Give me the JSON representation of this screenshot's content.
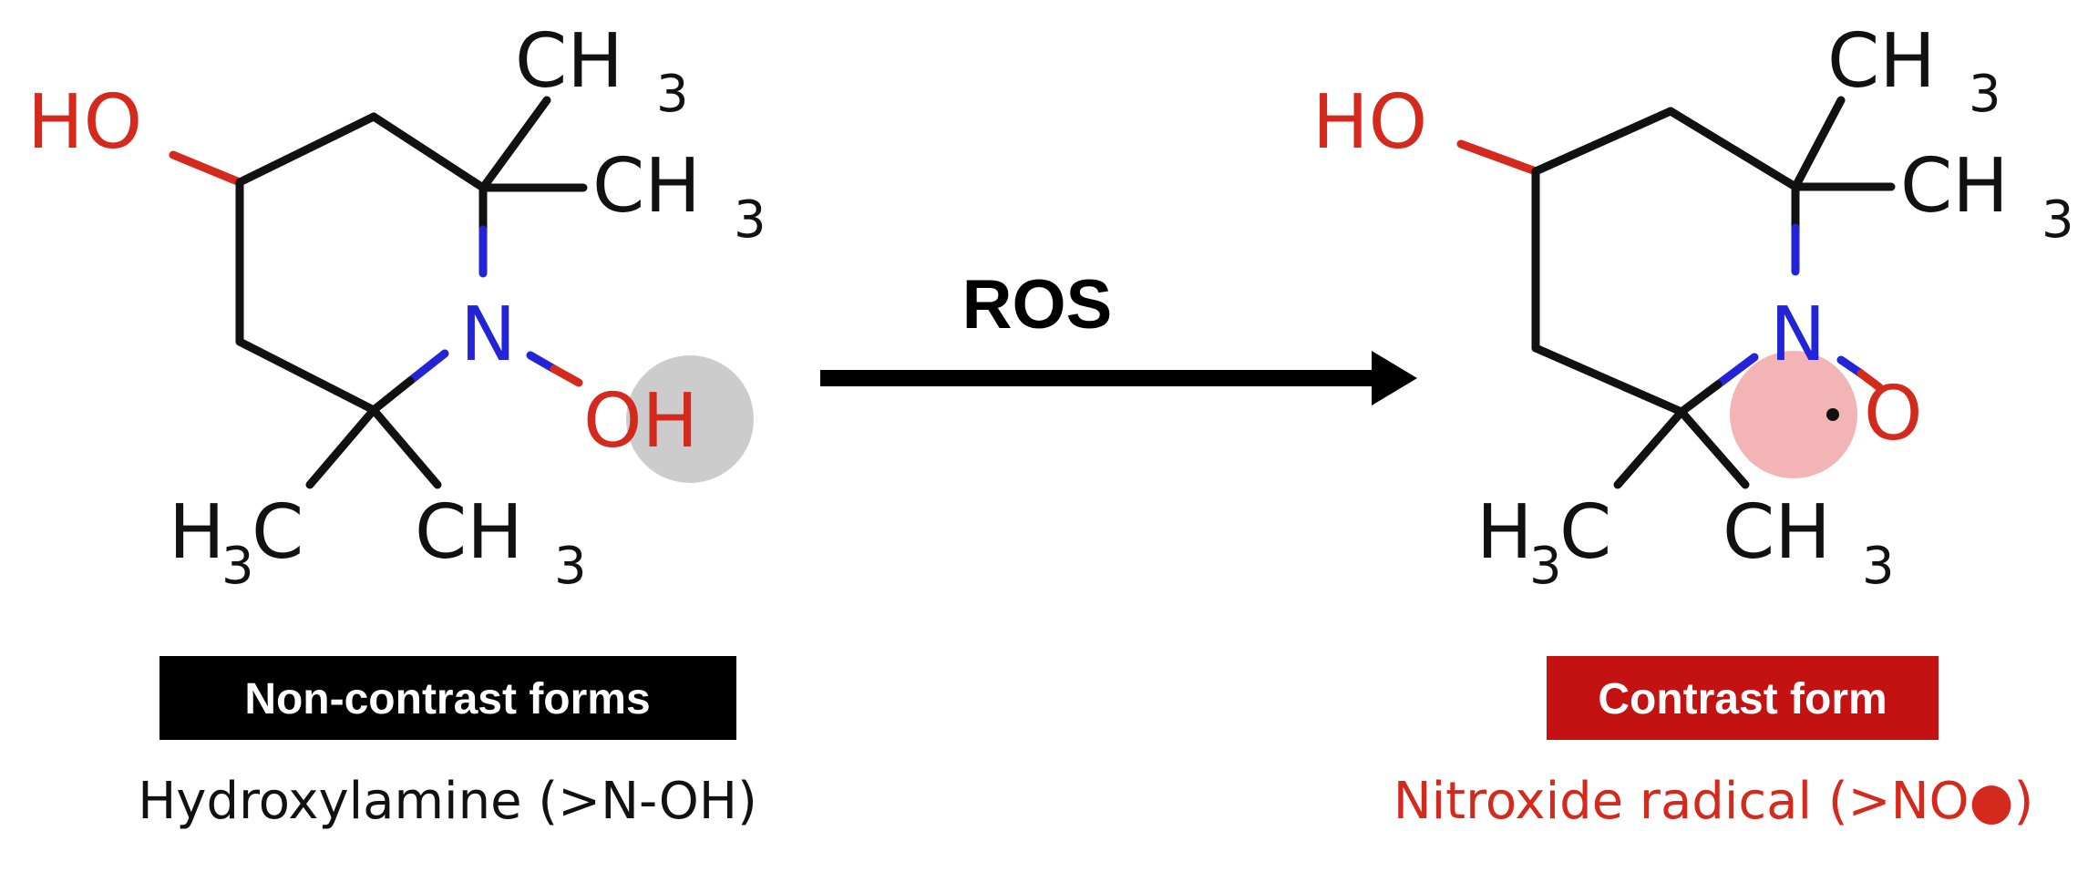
{
  "colors": {
    "carbon": "#111111",
    "oxygen": "#d42a1e",
    "nitrogen": "#2323d8",
    "highlight_left": "#cccccc",
    "highlight_right": "#f2b4b4",
    "badge_dark": "#000000",
    "badge_red": "#c41212"
  },
  "left_molecule": {
    "ho": "HO",
    "ch3_top": "CH",
    "ch3_top_sub": "3",
    "ch3_mid": "CH",
    "ch3_mid_sub": "3",
    "n": "N",
    "oh": "OH",
    "h3c_h": "H",
    "h3c_sub": "3",
    "h3c_c": "C",
    "ch3_bottom": "CH",
    "ch3_bottom_sub": "3"
  },
  "right_molecule": {
    "ho": "HO",
    "ch3_top": "CH",
    "ch3_top_sub": "3",
    "ch3_mid": "CH",
    "ch3_mid_sub": "3",
    "n": "N",
    "o": "O",
    "h3c_h": "H",
    "h3c_sub": "3",
    "h3c_c": "C",
    "ch3_bottom": "CH",
    "ch3_bottom_sub": "3"
  },
  "reaction": {
    "label": "ROS"
  },
  "left_badge": {
    "label": "Non-contrast forms"
  },
  "left_caption": {
    "text": "Hydroxylamine (>N-OH)"
  },
  "right_badge": {
    "label": "Contrast form"
  },
  "right_caption": {
    "text": "Nitroxide radical (>NO●)"
  }
}
